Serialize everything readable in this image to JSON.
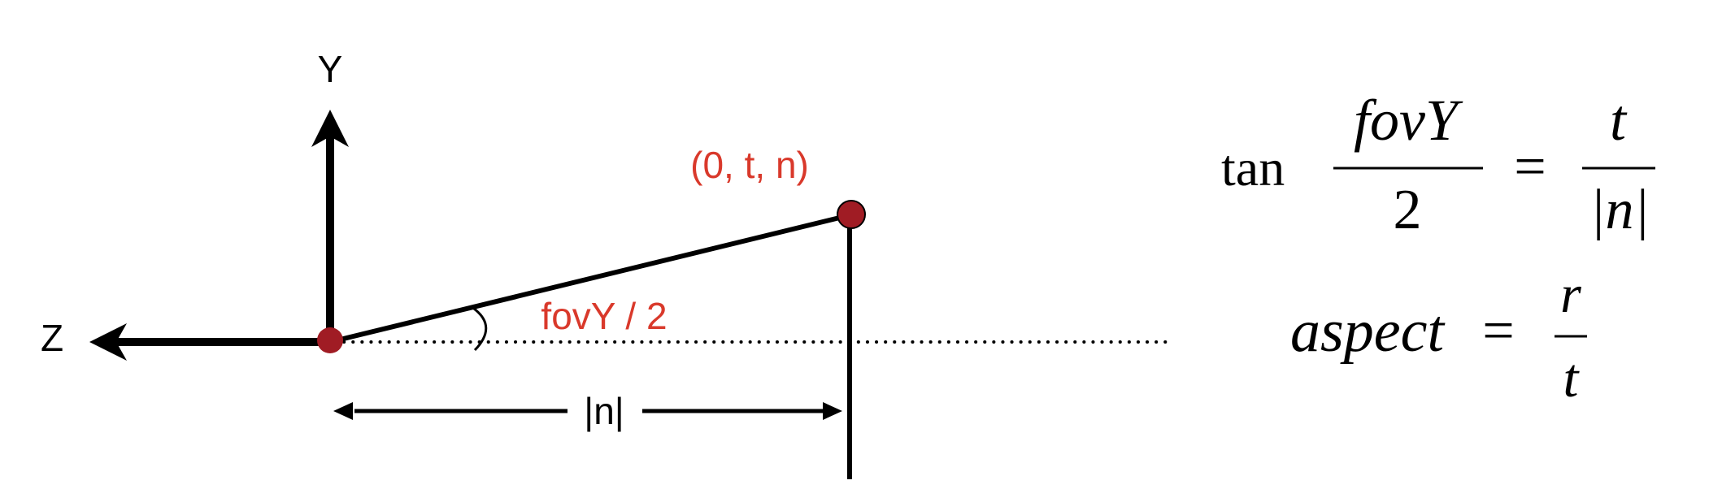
{
  "diagram": {
    "axis_y_label": "Y",
    "axis_z_label": "Z",
    "point_label": "(0, t, n)",
    "angle_label": "fovY / 2",
    "distance_label": "|n|"
  },
  "formulas": {
    "f1": {
      "func": "tan",
      "num": "fovY",
      "den": "2",
      "eq": "=",
      "rhs_num": "t",
      "rhs_den": "|n|"
    },
    "f2": {
      "lhs": "aspect",
      "eq": "=",
      "rhs_num": "r",
      "rhs_den": "t"
    }
  },
  "colors": {
    "label_red": "#d9392b",
    "point_fill": "#a01c24",
    "ink": "#000000"
  }
}
